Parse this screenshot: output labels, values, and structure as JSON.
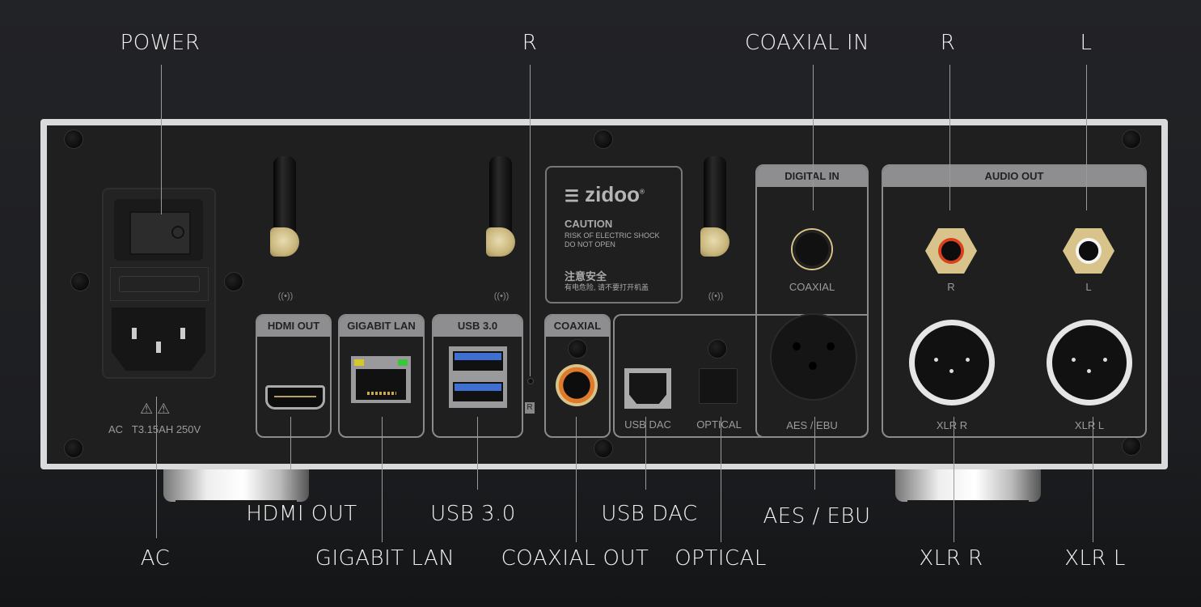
{
  "callouts": {
    "top": {
      "power": "POWER",
      "reset_r": "R",
      "coaxial_in": "COAXIAL IN",
      "audio_r": "R",
      "audio_l": "L"
    },
    "bottom": {
      "hdmi_out": "HDMI OUT",
      "usb30": "USB 3.0",
      "usb_dac": "USB DAC",
      "aes_ebu": "AES / EBU",
      "ac": "AC",
      "gigabit_lan": "GIGABIT LAN",
      "coaxial_out": "COAXIAL OUT",
      "optical": "OPTICAL",
      "xlr_r": "XLR R",
      "xlr_l": "XLR L"
    }
  },
  "panel": {
    "power_rating": {
      "ac": "AC",
      "fuse": "T3.15AH 250V"
    },
    "sections": {
      "hdmi_out": "HDMI OUT",
      "gigabit_lan": "GIGABIT LAN",
      "usb30": "USB 3.0",
      "coaxial": "COAXIAL",
      "digital_in": "DIGITAL IN",
      "audio_out": "AUDIO OUT"
    },
    "reset_label": "R",
    "port_labels": {
      "coaxial": "COAXIAL",
      "usb_dac": "USB DAC",
      "optical": "OPTICAL",
      "aes_ebu": "AES / EBU",
      "r": "R",
      "l": "L",
      "xlr_r": "XLR R",
      "xlr_l": "XLR L"
    },
    "caution_label": {
      "brand": "zidoo",
      "title": "CAUTION",
      "line1": "RISK OF ELECTRIC SHOCK",
      "line2": "DO NOT OPEN",
      "cn_title": "注意安全",
      "cn_line": "有电危险, 请不要打开机盖"
    }
  },
  "colors": {
    "background": "#1f2023",
    "panel": "#1f1f20",
    "chassis": "#d9dadc",
    "section_header": "#8e8e90",
    "gold": "#c7b47a",
    "rca_red": "#d8401e",
    "coax_orange": "#e07a2a",
    "usb_blue": "#3f6fd0"
  }
}
